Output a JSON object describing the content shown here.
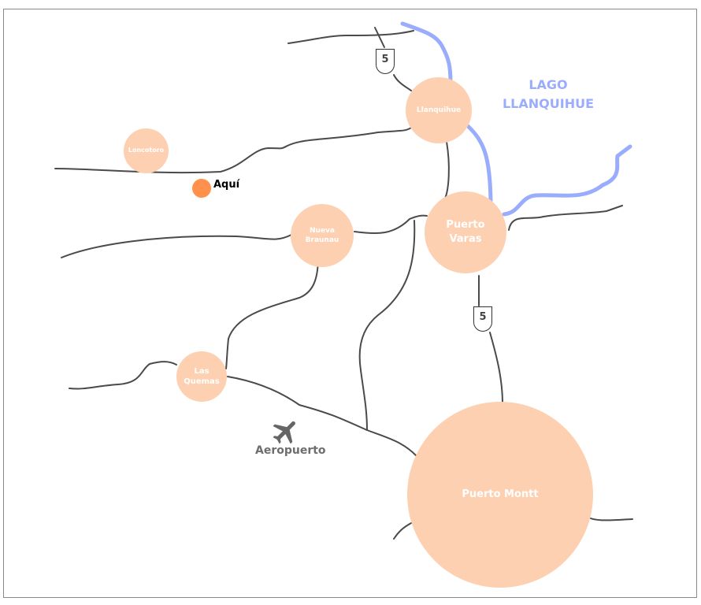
{
  "cities": {
    "loncotoro": "Loncotoro",
    "llanquihue": "Llanquihue",
    "nueva_braunau": "Nueva Braunau",
    "puerto_varas": "Puerto Varas",
    "las_quemas": "Las Quemas",
    "puerto_montt": "Puerto Montt"
  },
  "markers": {
    "here_label": "Aquí",
    "here_color": "#ff914d",
    "airport_label": "Aeropuerto",
    "airport_icon": "airplane-icon"
  },
  "lake": {
    "label": "LAGO LLANQUIHUE",
    "color": "#9aacfc"
  },
  "highways": {
    "north": "5",
    "south": "5"
  }
}
